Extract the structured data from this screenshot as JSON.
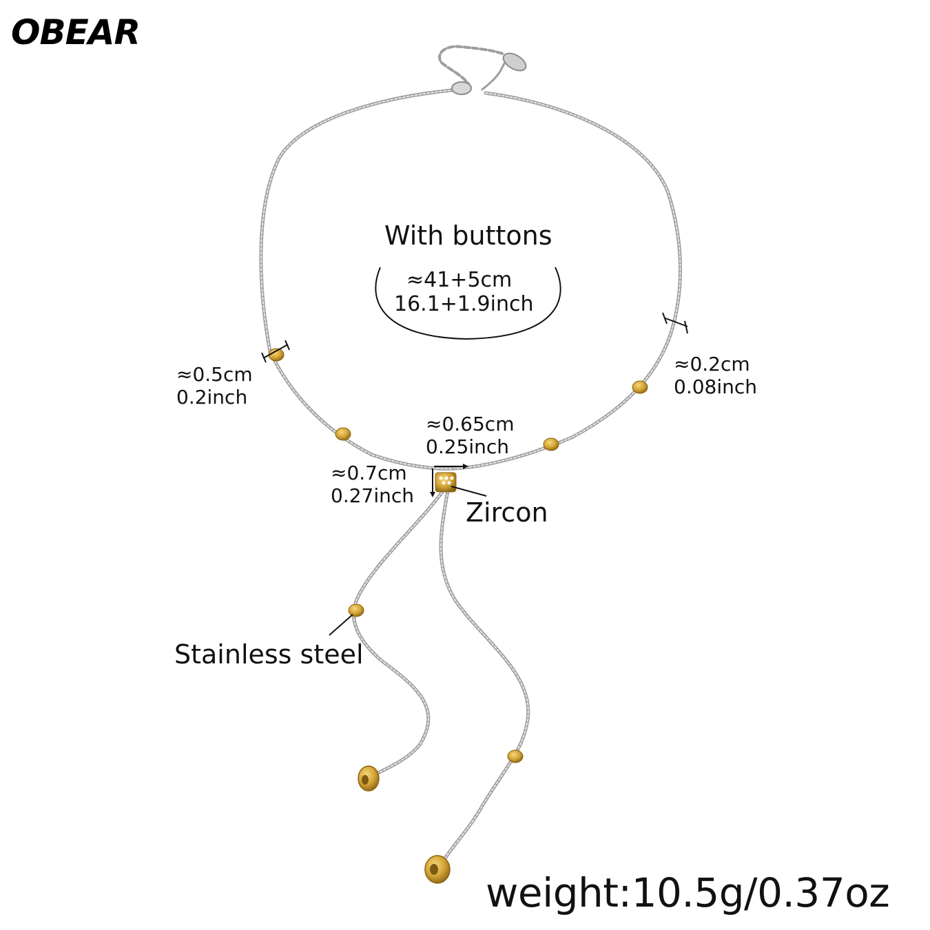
{
  "brand": "OBEAR",
  "center": {
    "title": "With buttons",
    "length_cm": "≈41+5cm",
    "length_inch": "16.1+1.9inch"
  },
  "dimensions": [
    {
      "cm": "≈0.5cm",
      "inch": "0.2inch"
    },
    {
      "cm": "≈0.2cm",
      "inch": "0.08inch"
    },
    {
      "cm": "≈0.65cm",
      "inch": "0.25inch"
    },
    {
      "cm": "≈0.7cm",
      "inch": "0.27inch"
    }
  ],
  "callouts": {
    "zircon": "Zircon",
    "material": "Stainless steel"
  },
  "weight": "weight:10.5g/0.37oz",
  "colors": {
    "chain": "#b9b9b9",
    "gold": "#d4a437",
    "gold_dark": "#8a6512",
    "text": "#111111"
  }
}
